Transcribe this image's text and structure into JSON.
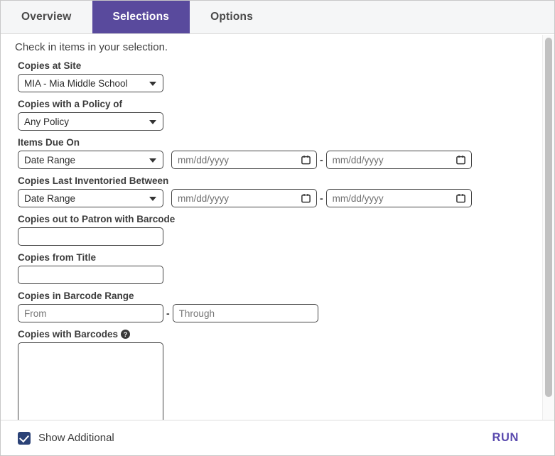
{
  "tabs": [
    {
      "label": "Overview",
      "active": false
    },
    {
      "label": "Selections",
      "active": true
    },
    {
      "label": "Options",
      "active": false
    }
  ],
  "intro": "Check in items in your selection.",
  "fields": {
    "site": {
      "label": "Copies at Site",
      "value": "MIA - Mia Middle School"
    },
    "policy": {
      "label": "Copies with a Policy of",
      "value": "Any Policy"
    },
    "due_on": {
      "label": "Items Due On",
      "mode": "Date Range",
      "start_placeholder": "mm/dd/yyyy",
      "end_placeholder": "mm/dd/yyyy"
    },
    "inventoried": {
      "label": "Copies Last Inventoried Between",
      "mode": "Date Range",
      "start_placeholder": "mm/dd/yyyy",
      "end_placeholder": "mm/dd/yyyy"
    },
    "patron_barcode": {
      "label": "Copies out to Patron with Barcode",
      "value": ""
    },
    "from_title": {
      "label": "Copies from Title",
      "value": ""
    },
    "barcode_range": {
      "label": "Copies in Barcode Range",
      "from_placeholder": "From",
      "through_placeholder": "Through"
    },
    "barcodes": {
      "label": "Copies with Barcodes",
      "help_icon": "?",
      "value": ""
    }
  },
  "misc": {
    "range_separator": "-"
  },
  "footer": {
    "show_additional_label": "Show Additional",
    "checked": true,
    "run_label": "RUN"
  },
  "colors": {
    "accent_tab": "#594a9d",
    "run_text": "#5a4aae",
    "checkbox": "#2b4277",
    "tabbar_bg": "#f5f6f7"
  }
}
